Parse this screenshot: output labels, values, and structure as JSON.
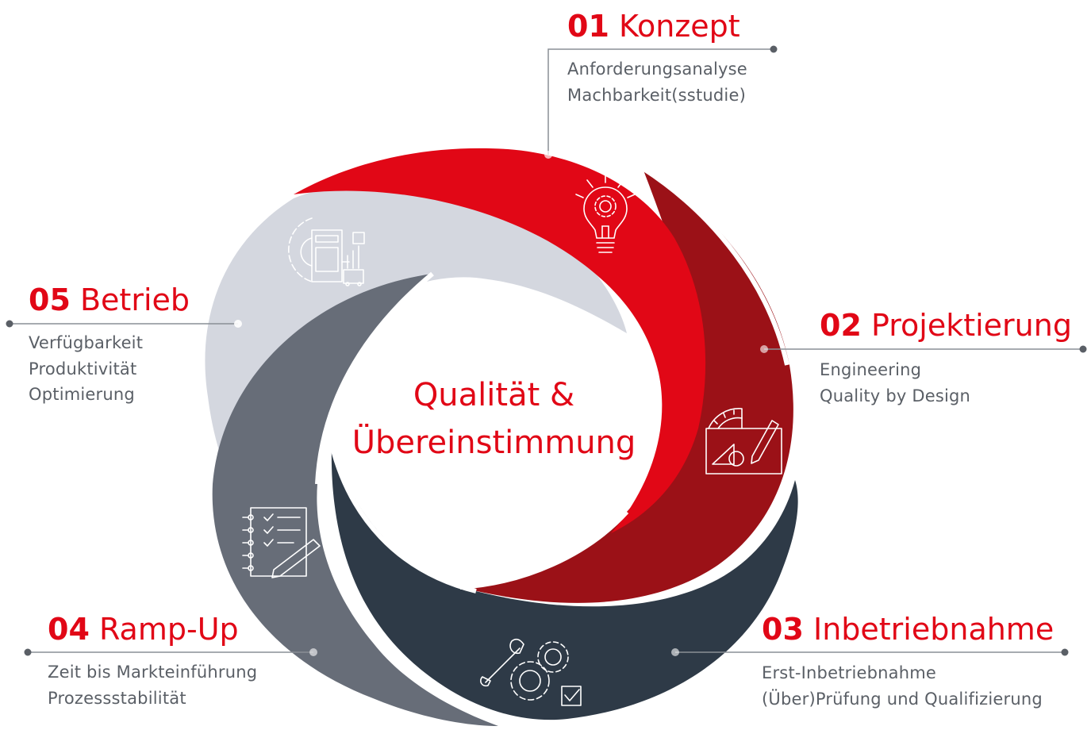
{
  "center": {
    "line1": "Qualität &",
    "line2": "Übereinstimmung"
  },
  "colors": {
    "accent": "#e10716",
    "segment_konzept": "#e10716",
    "segment_projektierung": "#9b1117",
    "segment_inbetriebnahme": "#2e3a47",
    "segment_rampup": "#676d78",
    "segment_betrieb": "#d4d7df",
    "leader": "#8a8f96",
    "text_muted": "#5a5f66"
  },
  "phases": [
    {
      "number": "01",
      "title": "Konzept",
      "items": [
        "Anforderungsanalyse",
        "Machbarkeit(sstudie)"
      ],
      "icon": "lightbulb-gear-icon"
    },
    {
      "number": "02",
      "title": "Projektierung",
      "items": [
        "Engineering",
        "Quality by Design"
      ],
      "icon": "drafting-tools-icon"
    },
    {
      "number": "03",
      "title": "Inbetriebnahme",
      "items": [
        "Erst-Inbetriebnahme",
        "(Über)Prüfung und Qualifizierung"
      ],
      "icon": "gears-wrench-checkbox-icon"
    },
    {
      "number": "04",
      "title": "Ramp-Up",
      "items": [
        "Zeit bis Markteinführung",
        "Prozessstabilität"
      ],
      "icon": "checklist-pen-icon"
    },
    {
      "number": "05",
      "title": "Betrieb",
      "items": [
        "Verfügbarkeit",
        "Produktivität",
        "Optimierung"
      ],
      "icon": "gear-machine-chart-icon"
    }
  ]
}
